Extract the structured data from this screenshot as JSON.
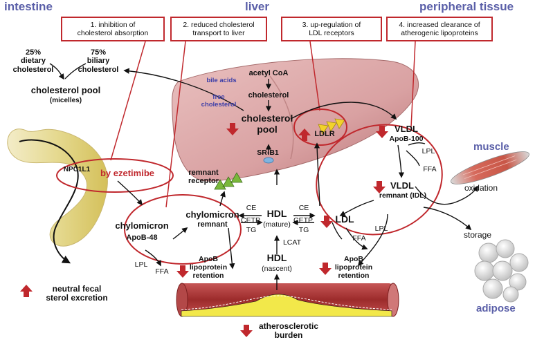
{
  "regions": {
    "intestine": "intestine",
    "liver": "liver",
    "peripheral": "peripheral tissue"
  },
  "boxes": {
    "b1": [
      "1. inhibition of",
      "cholesterol absorption"
    ],
    "b2": [
      "2. reduced cholesterol",
      "transport to liver"
    ],
    "b3": [
      "3. up-regulation of",
      "LDL receptors"
    ],
    "b4": [
      "4. increased clearance of",
      "atherogenic lipoproteins"
    ]
  },
  "intestine": {
    "dietary_pct": "25%",
    "dietary_l1": "dietary",
    "dietary_l2": "cholesterol",
    "biliary_pct": "75%",
    "biliary_l1": "biliary",
    "biliary_l2": "cholesterol",
    "pool": "cholesterol pool",
    "micelles": "(micelles)",
    "npc1l1": "NPC1L1",
    "ezetimibe": "by ezetimibe",
    "fecal_l1": "neutral fecal",
    "fecal_l2": "sterol excretion"
  },
  "liver": {
    "acetyl": "acetyl CoA",
    "cholesterol": "cholesterol",
    "bile": "bile acids",
    "free_l1": "free",
    "free_l2": "cholesterol",
    "pool_l1": "cholesterol",
    "pool_l2": "pool",
    "srb1": "SR-B1",
    "ldlr": "LDLR",
    "remnant_l1": "remnant",
    "remnant_l2": "receptor"
  },
  "lipoproteins": {
    "chylo": "chylomicron",
    "apob48": "ApoB-48",
    "chylo_rem_l1": "chylomicron",
    "chylo_rem_l2": "remnant",
    "lpl": "LPL",
    "ffa": "FFA",
    "apob_l1": "ApoB",
    "apob_l2": "lipoprotein",
    "apob_l3": "retention",
    "ce": "CE",
    "cetp": "CETP",
    "tg": "TG",
    "hdl": "HDL",
    "hdl_mature": "(mature)",
    "lcat": "LCAT",
    "hdl_nascent": "(nascent)",
    "ldl": "LDL",
    "vldl": "VLDL",
    "apob100": "ApoB-100",
    "idl_l1": "VLDL",
    "idl_l2": "remnant (IDL)"
  },
  "periphery": {
    "muscle": "muscle",
    "oxidation": "oxidation",
    "storage": "storage",
    "adipose": "adipose"
  },
  "artery": {
    "athero_l1": "atherosclerotic",
    "athero_l2": "burden"
  },
  "colors": {
    "region_text": "#5a5fa8",
    "accent_red": "#c0282d",
    "liver": "#d9a0a0",
    "artery": "#b13a3a",
    "plaque": "#f2e84a"
  }
}
